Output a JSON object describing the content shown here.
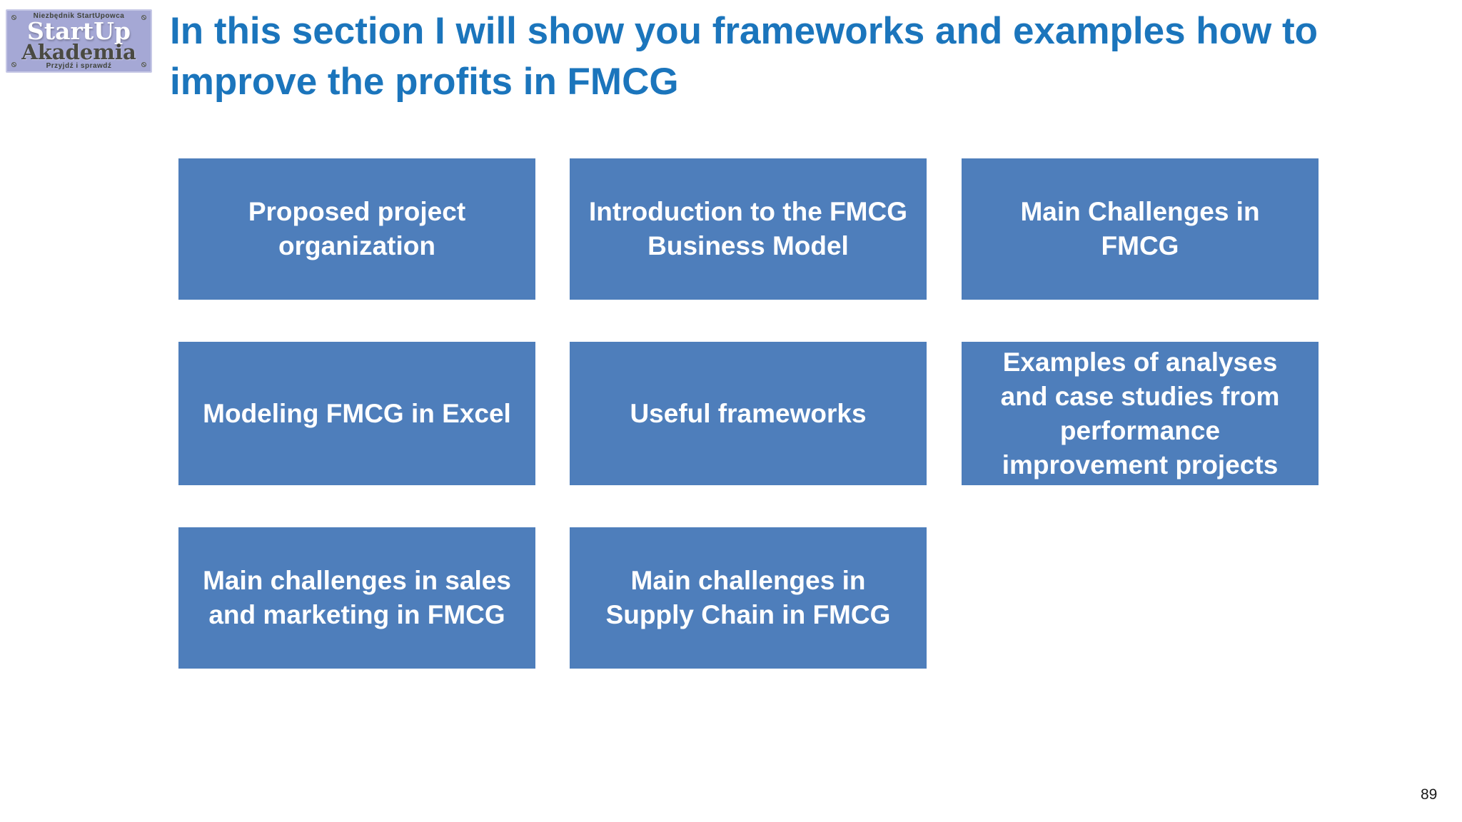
{
  "logo": {
    "top_text": "Niezbędnik StartUpowca",
    "name_line1": "StartUp",
    "name_line2": "Akademia",
    "bottom_text": "Przyjdź i sprawdź"
  },
  "title": "In this section I will show you frameworks and examples how to\nimprove the profits in FMCG",
  "boxes": [
    "Proposed project organization",
    "Introduction to the FMCG Business Model",
    "Main Challenges in FMCG",
    "Modeling FMCG in Excel",
    "Useful frameworks",
    "Examples of analyses and case studies from performance improvement projects",
    "Main challenges in sales and marketing in FMCG",
    "Main challenges in Supply Chain in FMCG"
  ],
  "page_number": "89",
  "colors": {
    "title_text": "#1B75BC",
    "box_fill": "#4E7EBB",
    "box_text": "#FFFFFF",
    "logo_bg": "#A5A8D5",
    "page_text": "#1A1A1A"
  }
}
